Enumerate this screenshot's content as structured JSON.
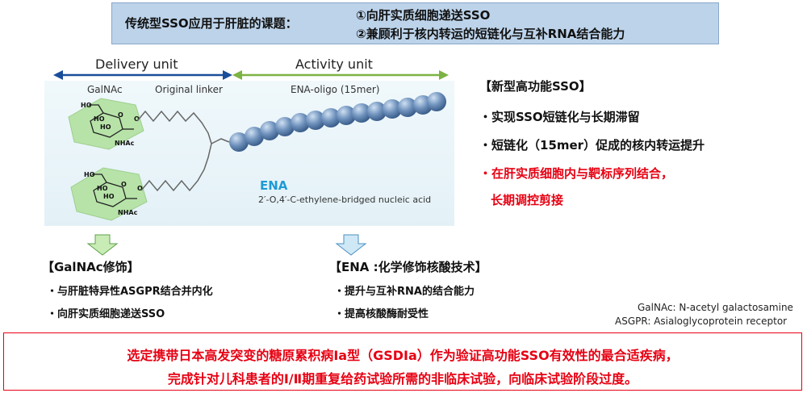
{
  "header": {
    "title": "传统型SSO应用于肝脏的课题：",
    "item_1": "①向肝实质细胞递送SSO",
    "item_2": "②兼顾利于核内转运的短链化与互补RNA结合能力"
  },
  "units": {
    "delivery": "Delivery unit",
    "activity": "Activity unit"
  },
  "diagram": {
    "galnac": "GalNAc",
    "linker": "Original linker",
    "ena_oligo": "ENA-oligo (15mer)",
    "nhac_1": "NHAc",
    "nhac_2": "NHAc",
    "ena_title": "ENA",
    "ena_desc": "2′-O,4′-C-ethylene-bridged nucleic acid",
    "colors": {
      "sugar_ring": "#b7e3a8",
      "beads": "#5a7ea8",
      "delivery_arrow": "#1a4e9a",
      "activity_arrow": "#7cb342"
    }
  },
  "right_panel": {
    "title": "【新型高功能SSO】",
    "bullet_1": "・实现SSO短链化与长期滞留",
    "bullet_2": "・短链化（15mer）促成的核内转运提升",
    "bullet_3": "・在肝实质细胞内与靶标序列结合，",
    "bullet_3_cont": "长期调控剪接"
  },
  "galnac_section": {
    "title": "【GalNAc修饰】",
    "bullet_1": "・与肝脏特异性ASGPR结合并内化",
    "bullet_2": "・向肝实质细胞递送SSO"
  },
  "ena_section": {
    "title": "【ENA :化学修饰核酸技术】",
    "bullet_1": "・提升与互补RNA的结合能力",
    "bullet_2": "・提高核酸酶耐受性"
  },
  "footnotes": {
    "galnac": "GalNAc: N-acetyl galactosamine",
    "asgpr": "ASGPR: Asialoglycoprotein receptor"
  },
  "conclusion": {
    "line_1": "选定携带日本高发突变的糖原累积病Ia型（GSDIa）作为验证高功能SSO有效性的最合适疾病，",
    "line_2": "完成针对儿科患者的Ⅰ/Ⅱ期重复给药试验所需的非临床试验，向临床试验阶段过度。"
  }
}
